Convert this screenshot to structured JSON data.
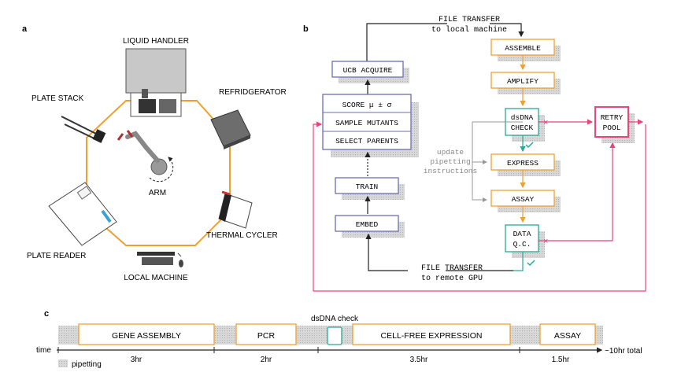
{
  "panel_a": {
    "label": "a",
    "stations": {
      "liquid_handler": "LIQUID HANDLER",
      "refrigerator": "REFRIDGERATOR",
      "plate_stack": "PLATE STACK",
      "arm": "ARM",
      "plate_reader": "PLATE READER",
      "thermal_cycler": "THERMAL CYCLER",
      "local_machine": "LOCAL MACHINE"
    }
  },
  "panel_b": {
    "label": "b",
    "file_transfer_local": [
      "FILE TRANSFER",
      "to local machine"
    ],
    "file_transfer_remote": [
      "FILE TRANSFER",
      "to remote GPU"
    ],
    "ml_steps": {
      "ucb_acquire": "UCB ACQUIRE",
      "score": "SCORE μ ± σ",
      "sample_mutants": "SAMPLE MUTANTS",
      "select_parents": "SELECT PARENTS",
      "train": "TRAIN",
      "embed": "EMBED"
    },
    "lab_steps": {
      "assemble": "ASSEMBLE",
      "amplify": "AMPLIFY",
      "dsdna_check": [
        "dsDNA",
        "CHECK"
      ],
      "express": "EXPRESS",
      "assay": "ASSAY",
      "data_qc": [
        "DATA",
        "Q.C."
      ]
    },
    "retry_pool": [
      "RETRY",
      "POOL"
    ],
    "update_note": [
      "update",
      "pipetting",
      "instructions"
    ],
    "colors": {
      "ml": "#6b6fb5",
      "lab": "#f0a030",
      "check": "#2aa897",
      "retry": "#e8457a"
    }
  },
  "panel_c": {
    "label": "c",
    "dsdna_check": "dsDNA check",
    "blocks": [
      "GENE ASSEMBLY",
      "PCR",
      "CELL-FREE EXPRESSION",
      "ASSAY"
    ],
    "time_label": "time",
    "durations": [
      "3hr",
      "2hr",
      "3.5hr",
      "1.5hr"
    ],
    "total": "~10hr total",
    "legend": "pipetting"
  }
}
